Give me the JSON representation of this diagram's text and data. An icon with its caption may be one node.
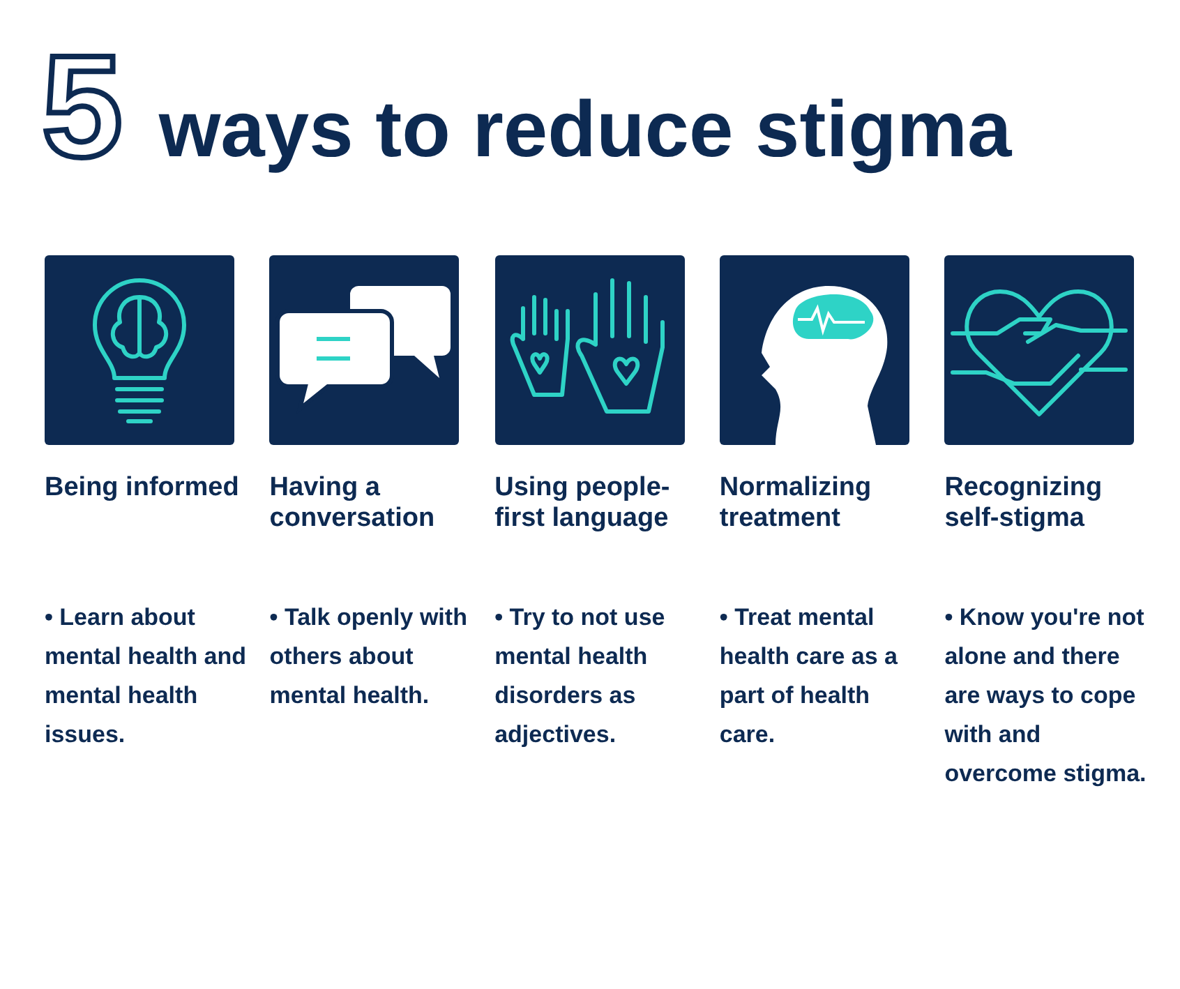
{
  "diagram": {
    "title": "5 ways to reduce stigma",
    "nodes": [
      {
        "text": [
          "Being informed",
          "• Learn about mental health and mental health issues."
        ]
      },
      {
        "text": [
          "Having a conversation",
          "• Talk openly with others about mental health."
        ]
      },
      {
        "text": [
          "Using people-first language",
          "• Try to not use mental health disorders as adjectives."
        ]
      },
      {
        "text": [
          "Normalizing treatment",
          "• Treat mental health care as a part of health care."
        ]
      },
      {
        "text": [
          "Recognizing self-stigma",
          "• Know you're not alone and there are ways to cope with and overcome stigma."
        ]
      }
    ]
  }
}
